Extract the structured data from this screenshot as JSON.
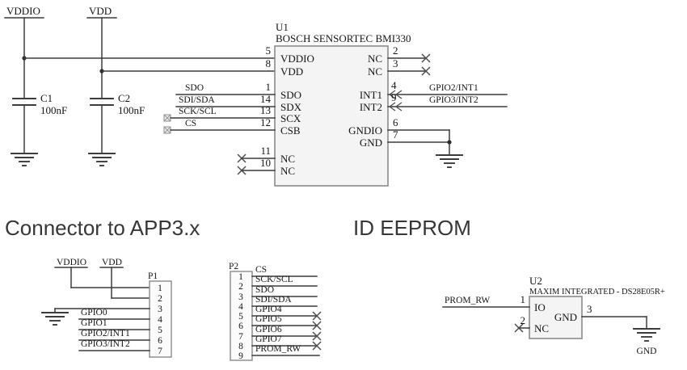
{
  "colors": {
    "wire": "#3c3c3c",
    "ic_fill": "#f4f4f4",
    "background": "#ffffff"
  },
  "power": {
    "vddio": "VDDIO",
    "vdd": "VDD",
    "c1": {
      "ref": "C1",
      "value": "100nF"
    },
    "c2": {
      "ref": "C2",
      "value": "100nF"
    }
  },
  "u1": {
    "ref": "U1",
    "part": "BOSCH SENSORTEC BMI330",
    "left_pins": [
      {
        "num": "5",
        "name": "VDDIO"
      },
      {
        "num": "8",
        "name": "VDD"
      },
      {
        "num": "1",
        "name": "SDO",
        "signal": "SDO"
      },
      {
        "num": "14",
        "name": "SDX",
        "signal": "SDI/SDA"
      },
      {
        "num": "13",
        "name": "SCX",
        "signal": "SCK/SCL"
      },
      {
        "num": "12",
        "name": "CSB",
        "signal": "CS"
      },
      {
        "num": "11",
        "name": "NC"
      },
      {
        "num": "10",
        "name": "NC"
      }
    ],
    "right_pins": [
      {
        "num": "2",
        "name": "NC"
      },
      {
        "num": "3",
        "name": "NC"
      },
      {
        "num": "4",
        "name": "INT1",
        "signal": "GPIO2/INT1"
      },
      {
        "num": "9",
        "name": "INT2",
        "signal": "GPIO3/INT2"
      },
      {
        "num": "6",
        "name": "GNDIO"
      },
      {
        "num": "7",
        "name": "GND"
      }
    ]
  },
  "headings": {
    "connector": "Connector to APP3.x",
    "eeprom": "ID EEPROM"
  },
  "p1": {
    "ref": "P1",
    "vddio": "VDDIO",
    "vdd": "VDD",
    "pins": [
      "1",
      "2",
      "3",
      "4",
      "5",
      "6",
      "7"
    ],
    "signals": [
      "GPIO0",
      "GPIO1",
      "GPIO2/INT1",
      "GPIO3/INT2"
    ]
  },
  "p2": {
    "ref": "P2",
    "pins": [
      "1",
      "2",
      "3",
      "4",
      "5",
      "6",
      "7",
      "8",
      "9"
    ],
    "signals": [
      "CS",
      "SCK/SCL",
      "SDO",
      "SDI/SDA",
      "GPIO4",
      "GPIO5",
      "GPIO6",
      "GPIO7",
      "PROM_RW"
    ]
  },
  "u2": {
    "ref": "U2",
    "part": "MAXIM INTEGRATED - DS28E05R+",
    "input_signal": "PROM_RW",
    "pins": {
      "io": {
        "num": "1",
        "name": "IO"
      },
      "nc": {
        "num": "2",
        "name": "NC"
      },
      "gnd": {
        "num": "3",
        "name": "GND"
      }
    },
    "gnd_label": "GND"
  }
}
